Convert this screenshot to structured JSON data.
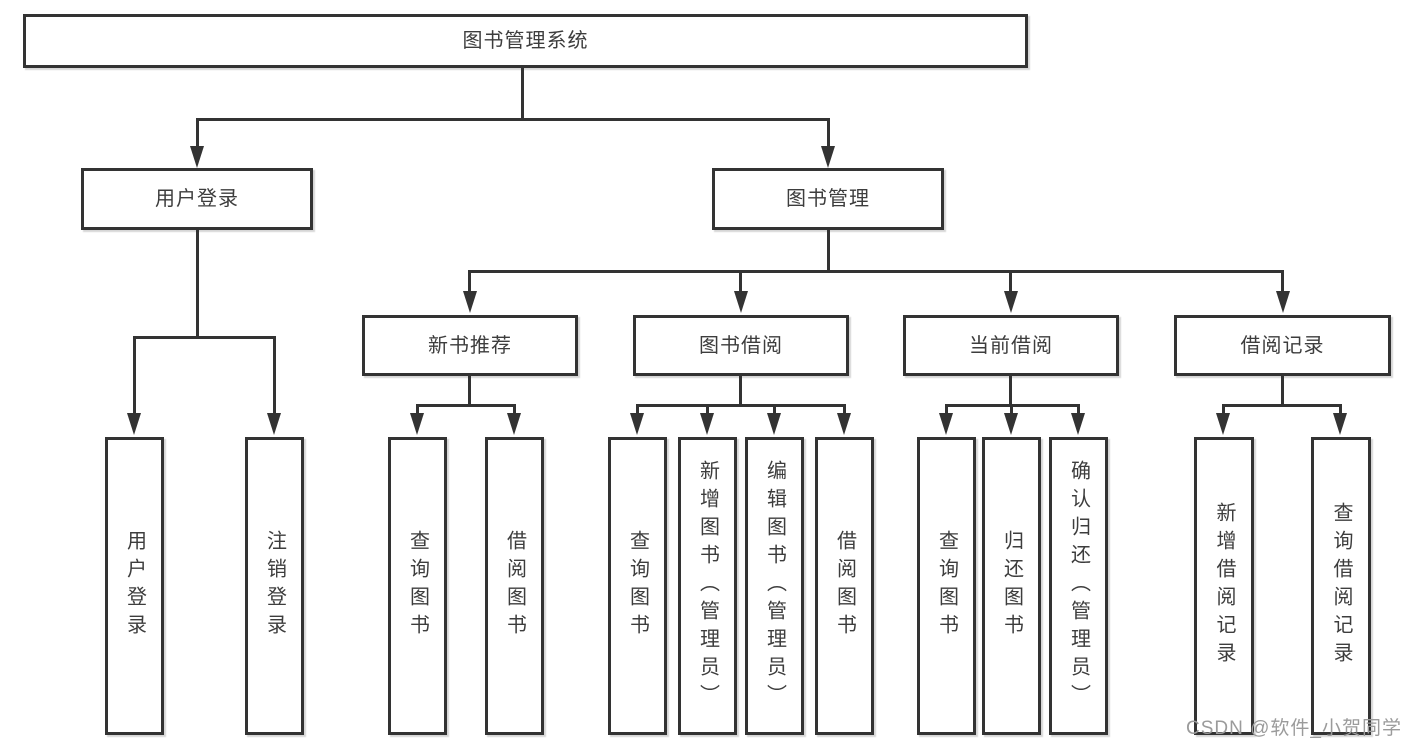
{
  "diagram": {
    "root": {
      "label": "图书管理系统",
      "children": [
        {
          "label": "用户登录",
          "children": [
            {
              "label": "用户登录"
            },
            {
              "label": "注销登录"
            }
          ]
        },
        {
          "label": "图书管理",
          "children": [
            {
              "label": "新书推荐",
              "children": [
                {
                  "label": "查询图书"
                },
                {
                  "label": "借阅图书"
                }
              ]
            },
            {
              "label": "图书借阅",
              "children": [
                {
                  "label": "查询图书"
                },
                {
                  "label": "新增图书（管理员）"
                },
                {
                  "label": "编辑图书（管理员）"
                },
                {
                  "label": "借阅图书"
                }
              ]
            },
            {
              "label": "当前借阅",
              "children": [
                {
                  "label": "查询图书"
                },
                {
                  "label": "归还图书"
                },
                {
                  "label": "确认归还（管理员）"
                }
              ]
            },
            {
              "label": "借阅记录",
              "children": [
                {
                  "label": "新增借阅记录"
                },
                {
                  "label": "查询借阅记录"
                }
              ]
            }
          ]
        }
      ]
    }
  },
  "watermark": {
    "text": "CSDN @软件_小贺同学"
  },
  "colors": {
    "line_color": "#333333",
    "text_color": "#3d3d3d",
    "watermark_color": "#9b9b9b",
    "box_bg": "#ffffff",
    "page_bg": "#ffffff"
  }
}
